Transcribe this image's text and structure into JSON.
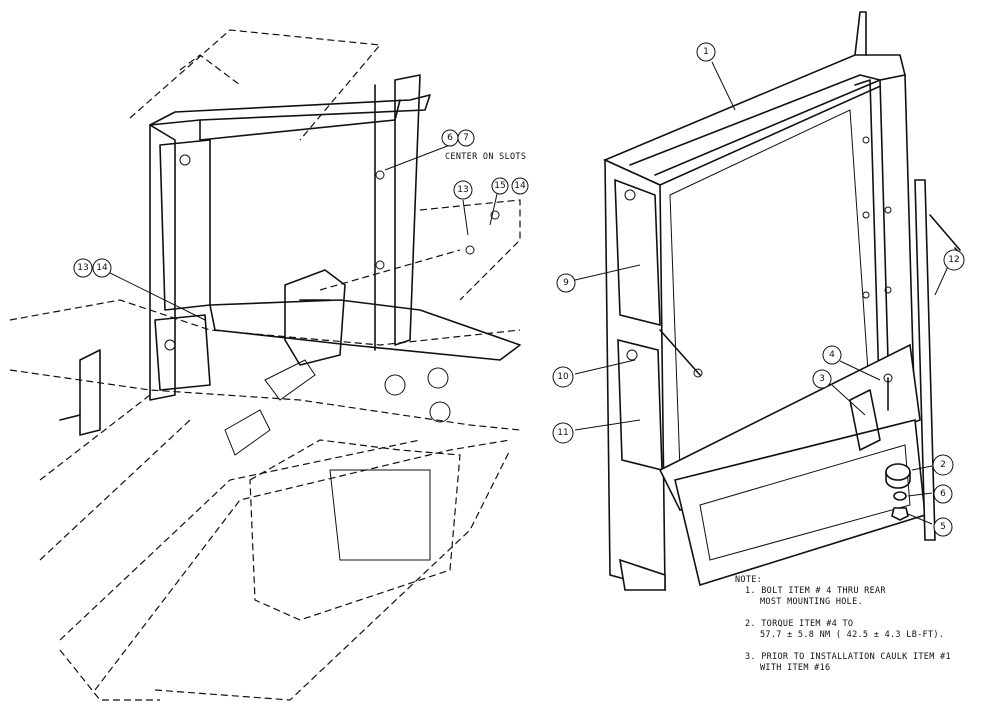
{
  "callouts_left": [
    "6",
    "7",
    "13",
    "15",
    "14",
    "13",
    "14"
  ],
  "center_note": "CENTER ON SLOTS",
  "callouts_right": [
    "1",
    "9",
    "10",
    "11",
    "12",
    "4",
    "3",
    "2",
    "6",
    "5"
  ],
  "notes": {
    "heading": "NOTE:",
    "item1_line1": "1. BOLT ITEM # 4 THRU REAR",
    "item1_line2": "MOST MOUNTING HOLE.",
    "item2_line1": "2. TORQUE ITEM #4 TO",
    "item2_line2": "57.7 ± 5.8 NM ( 42.5 ± 4.3 LB-FT).",
    "item3_line1": "3. PRIOR TO INSTALLATION CAULK ITEM #1",
    "item3_line2": "WITH ITEM #16"
  }
}
